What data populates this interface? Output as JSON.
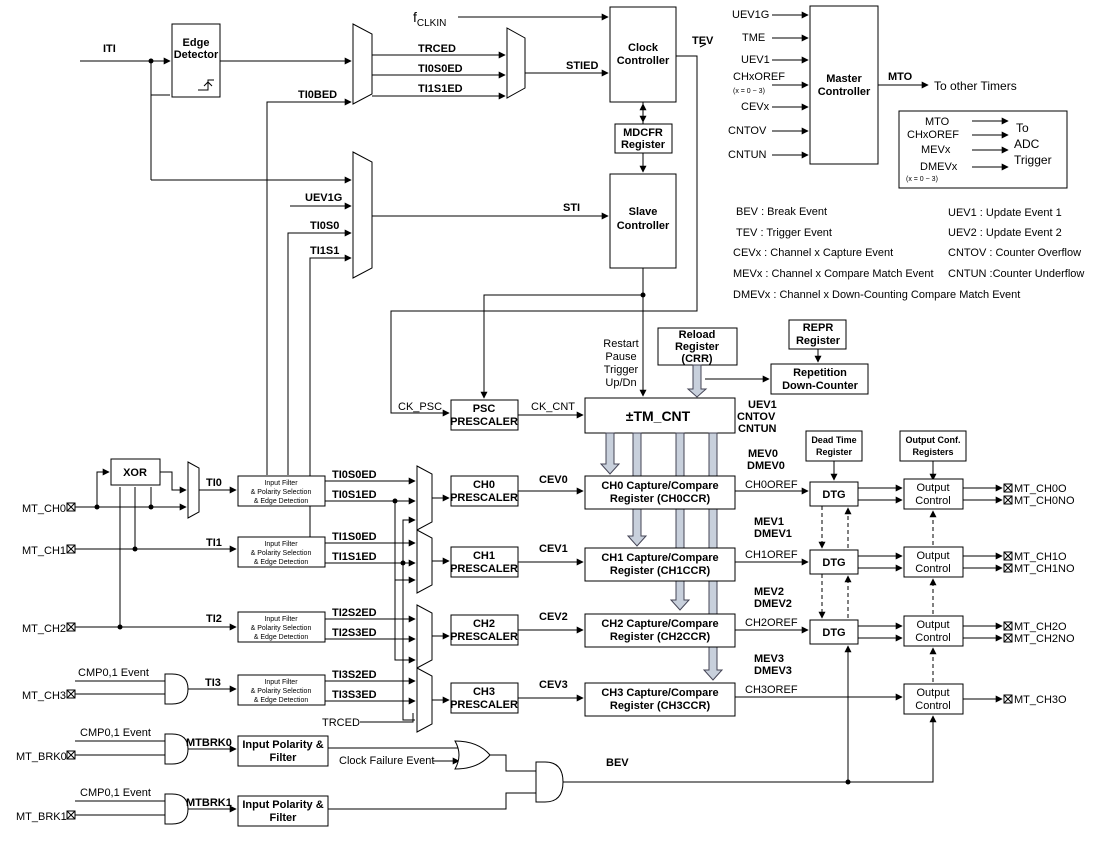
{
  "blocks": {
    "edge_detector": [
      "Edge",
      "Detector"
    ],
    "clock_controller": [
      "Clock",
      "Controller"
    ],
    "mdcfr_register": [
      "MDCFR",
      "Register"
    ],
    "slave_controller": [
      "Slave",
      "Controller"
    ],
    "master_controller": [
      "Master",
      "Controller"
    ],
    "reload_register": [
      "Reload",
      "Register",
      "(CRR)"
    ],
    "repr_register": [
      "REPR",
      "Register"
    ],
    "repetition_counter": [
      "Repetition",
      "Down-Counter"
    ],
    "psc_prescaler": [
      "PSC",
      "PRESCALER"
    ],
    "tm_cnt": "±TM_CNT",
    "xor": "XOR",
    "input_filter": [
      "Input Filter",
      "& Polarity Selection",
      "& Edge Detection"
    ],
    "dead_time_register": [
      "Dead Time",
      "Register"
    ],
    "output_conf_registers": [
      "Output Conf.",
      "Registers"
    ],
    "dtg": "DTG",
    "output_control": [
      "Output",
      "Control"
    ],
    "input_polarity_filter": [
      "Input Polarity &",
      "Filter"
    ]
  },
  "channels": [
    {
      "prescaler": [
        "CH0",
        "PRESCALER"
      ],
      "ccr": [
        "CH0 Capture/Compare",
        "Register (CH0CCR)"
      ],
      "cev": "CEV0",
      "mev": [
        "MEV0",
        "DMEV0"
      ],
      "oref": "CH0OREF",
      "outputs": [
        "MT_CH0O",
        "MT_CH0NO"
      ]
    },
    {
      "prescaler": [
        "CH1",
        "PRESCALER"
      ],
      "ccr": [
        "CH1 Capture/Compare",
        "Register (CH1CCR)"
      ],
      "cev": "CEV1",
      "mev": [
        "MEV1",
        "DMEV1"
      ],
      "oref": "CH1OREF",
      "outputs": [
        "MT_CH1O",
        "MT_CH1NO"
      ]
    },
    {
      "prescaler": [
        "CH2",
        "PRESCALER"
      ],
      "ccr": [
        "CH2 Capture/Compare",
        "Register (CH2CCR)"
      ],
      "cev": "CEV2",
      "mev": [
        "MEV2",
        "DMEV2"
      ],
      "oref": "CH2OREF",
      "outputs": [
        "MT_CH2O",
        "MT_CH2NO"
      ]
    },
    {
      "prescaler": [
        "CH3",
        "PRESCALER"
      ],
      "ccr": [
        "CH3 Capture/Compare",
        "Register (CH3CCR)"
      ],
      "cev": "CEV3",
      "mev": [
        "MEV3",
        "DMEV3"
      ],
      "oref": "CH3OREF",
      "outputs": [
        "MT_CH3O"
      ]
    }
  ],
  "input_pins": [
    "MT_CH0",
    "MT_CH1",
    "MT_CH2",
    "MT_CH3",
    "MT_BRK0",
    "MT_BRK1"
  ],
  "signals": {
    "iti": "ITI",
    "fclkin_base": "f",
    "fclkin_sub": "CLKIN",
    "trced": "TRCED",
    "ti0s0ed": "TI0S0ED",
    "ti1s1ed": "TI1S1ED",
    "stied": "STIED",
    "tev": "TEV",
    "ti0bed": "TI0BED",
    "uev1g": "UEV1G",
    "ti0s0": "TI0S0",
    "ti1s1": "TI1S1",
    "sti": "STI",
    "ck_psc": "CK_PSC",
    "ck_cnt": "CK_CNT",
    "restart_lines": [
      "Restart",
      "Pause",
      "Trigger",
      "Up/Dn"
    ],
    "uev1": "UEV1",
    "cntov": "CNTOV",
    "cntun": "CNTUN",
    "ti0": "TI0",
    "ti1": "TI1",
    "ti2": "TI2",
    "ti3": "TI3",
    "mux_inputs": [
      "TI0S0ED",
      "TI0S1ED",
      "TI1S0ED",
      "TI1S1ED",
      "TI2S2ED",
      "TI2S3ED",
      "TI3S2ED",
      "TI3S3ED"
    ],
    "cmp_event": "CMP0,1 Event",
    "mtbrk0": "MTBRK0",
    "mtbrk1": "MTBRK1",
    "clock_failure": "Clock Failure Event",
    "bev": "BEV"
  },
  "master_inputs": [
    "UEV1G",
    "TME",
    "UEV1",
    "CHxOREF",
    "(x = 0 ~  3)",
    "CEVx",
    "CNTOV",
    "CNTUN"
  ],
  "mto": "MTO",
  "to_other_timers": "To other Timers",
  "adc_box": {
    "inputs": [
      "MTO",
      "CHxOREF",
      "MEVx",
      "DMEVx",
      "(x = 0 ~  3)"
    ],
    "label": [
      "To",
      "ADC",
      "Trigger"
    ]
  },
  "legend": {
    "left": [
      "BEV : Break Event",
      "TEV : Trigger Event",
      "CEVx : Channel x Capture Event",
      "MEVx : Channel x Compare Match Event",
      "DMEVx : Channel x Down-Counting Compare  Match Event"
    ],
    "right": [
      "UEV1 : Update Event 1",
      "UEV2 : Update Event 2",
      "CNTOV : Counter Overflow",
      "CNTUN :Counter Underflow"
    ]
  }
}
